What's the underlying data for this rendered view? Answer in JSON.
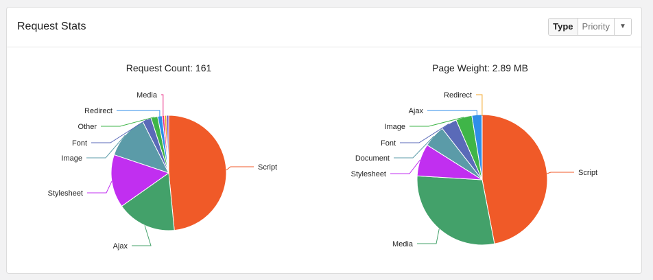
{
  "card": {
    "title": "Request Stats",
    "toggle": {
      "options": [
        "Type",
        "Priority"
      ],
      "active": "Type",
      "caret_icon": "caret-down-icon"
    }
  },
  "chart_data": [
    {
      "type": "pie",
      "title": "Request Count: 161",
      "slices": [
        {
          "label": "Script",
          "value": 78,
          "color": "#f05a28"
        },
        {
          "label": "Ajax",
          "value": 27,
          "color": "#43a16a"
        },
        {
          "label": "Stylesheet",
          "value": 24,
          "color": "#c12ff0"
        },
        {
          "label": "Image",
          "value": 20,
          "color": "#5b9ba8"
        },
        {
          "label": "Font",
          "value": 4,
          "color": "#5a6ab8"
        },
        {
          "label": "Other",
          "value": 3,
          "color": "#3fb548"
        },
        {
          "label": "Redirect",
          "value": 2,
          "color": "#2f8ee8"
        },
        {
          "label": "Media",
          "value": 1,
          "color": "#ea2f87"
        },
        {
          "label": "",
          "value": 1,
          "color": "#f4a72a"
        },
        {
          "label": "",
          "value": 1,
          "color": "#7a4fc4"
        }
      ]
    },
    {
      "type": "pie",
      "title": "Page Weight: 2.89 MB",
      "slices": [
        {
          "label": "Script",
          "value": 47,
          "color": "#f05a28"
        },
        {
          "label": "Media",
          "value": 29,
          "color": "#43a16a"
        },
        {
          "label": "Stylesheet",
          "value": 8,
          "color": "#c12ff0"
        },
        {
          "label": "Document",
          "value": 5.5,
          "color": "#5b9ba8"
        },
        {
          "label": "Font",
          "value": 4,
          "color": "#5a6ab8"
        },
        {
          "label": "Image",
          "value": 4,
          "color": "#3fb548"
        },
        {
          "label": "Ajax",
          "value": 2.5,
          "color": "#2f8ee8"
        },
        {
          "label": "Redirect",
          "value": 0.05,
          "color": "#f4a72a"
        }
      ]
    }
  ]
}
